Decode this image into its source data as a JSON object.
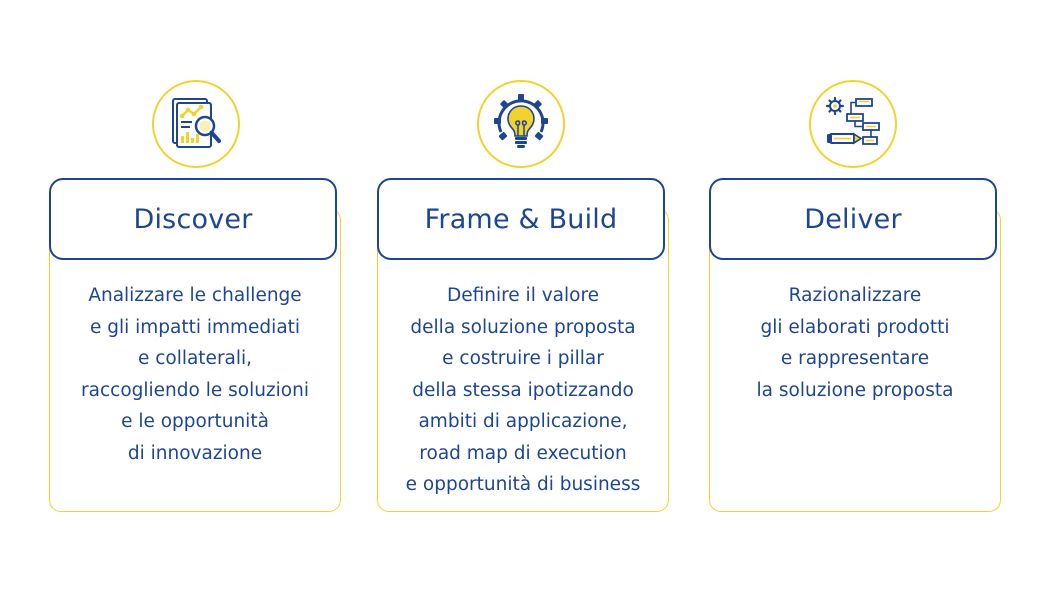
{
  "colors": {
    "navy": "#1d4591",
    "yellow": "#f2d22e"
  },
  "cards": [
    {
      "title": "Discover",
      "icon": "report-magnifier-icon",
      "lines": [
        "Analizzare le challenge",
        "e gli impatti immediati",
        "e collaterali,",
        "raccogliendo le soluzioni",
        "e le opportunità",
        "di innovazione"
      ]
    },
    {
      "title": "Frame & Build",
      "icon": "lightbulb-gear-icon",
      "lines": [
        "Definire il valore",
        "della soluzione proposta",
        "e costruire i pillar",
        "della stessa ipotizzando",
        "ambiti di applicazione,",
        "road map di execution",
        "e opportunità di business"
      ]
    },
    {
      "title": "Deliver",
      "icon": "flowchart-pencil-icon",
      "lines": [
        "Razionalizzare",
        "gli elaborati prodotti",
        "e rappresentare",
        "la soluzione proposta"
      ]
    }
  ]
}
